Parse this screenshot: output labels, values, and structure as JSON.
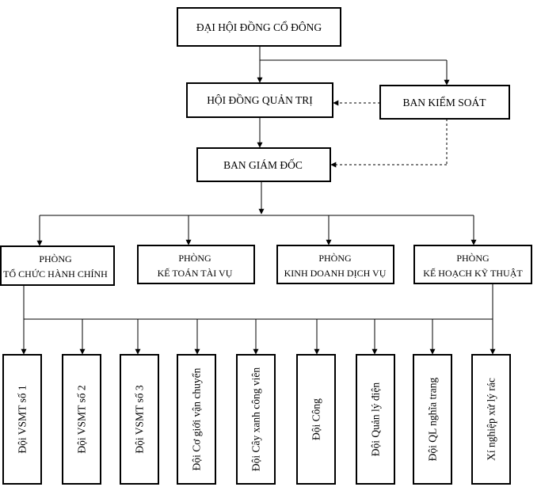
{
  "nodes": {
    "shareholders": "ĐẠI HỘI ĐỒNG CỔ ĐÔNG",
    "board": "HỘI ĐỒNG QUẢN TRỊ",
    "supervisory": "BAN KIỂM SOÁT",
    "directors": "BAN GIÁM ĐỐC",
    "dept_admin": [
      "PHÒNG",
      "TỔ CHỨC HÀNH CHÍNH"
    ],
    "dept_finance": [
      "PHÒNG",
      "KẾ TOÁN TÀI VỤ"
    ],
    "dept_business": [
      "PHÒNG",
      "KINH DOANH DỊCH VỤ"
    ],
    "dept_planning": [
      "PHÒNG",
      "KẾ HOẠCH KỸ THUẬT"
    ]
  },
  "teams": [
    "Đội VSMT số 1",
    "Đội VSMT số 2",
    "Đội VSMT số 3",
    "Đội Cơ giới vận chuyển",
    "Đội Cây xanh công viên",
    "Đội Công",
    "Đội Quản lý điện",
    "Đội QL nghĩa trang",
    "Xí nghiệp xử lý rác"
  ]
}
